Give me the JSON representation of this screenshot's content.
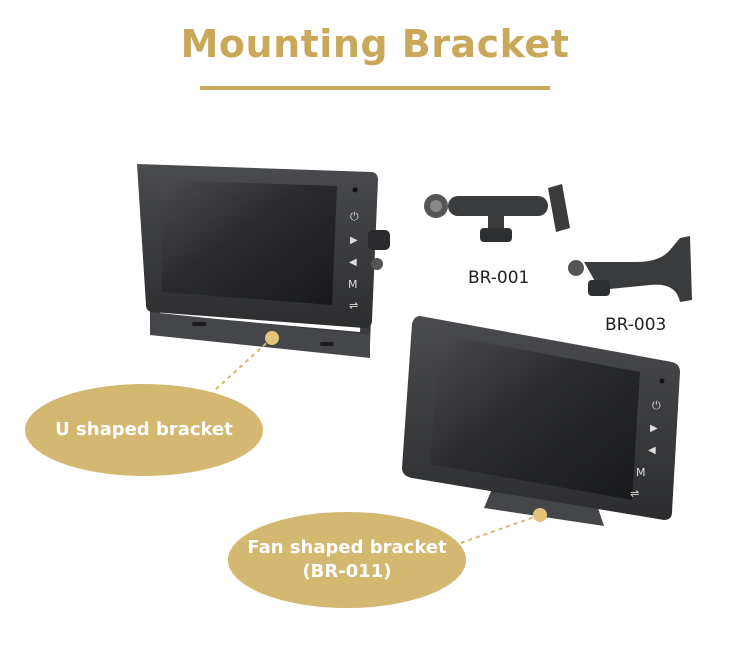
{
  "header": {
    "title": "Mounting Bracket"
  },
  "labels": {
    "br001": "BR-001",
    "br003": "BR-003",
    "u_bracket": "U shaped bracket",
    "fan_bracket_line1": "Fan shaped bracket",
    "fan_bracket_line2": "(BR-011)"
  },
  "monitor_buttons": [
    "⏻",
    "▶",
    "◀",
    "M",
    "⇌"
  ],
  "colors": {
    "accent": "#c9a85a",
    "oval": "#d4b770",
    "device": "#3a3b3d"
  }
}
